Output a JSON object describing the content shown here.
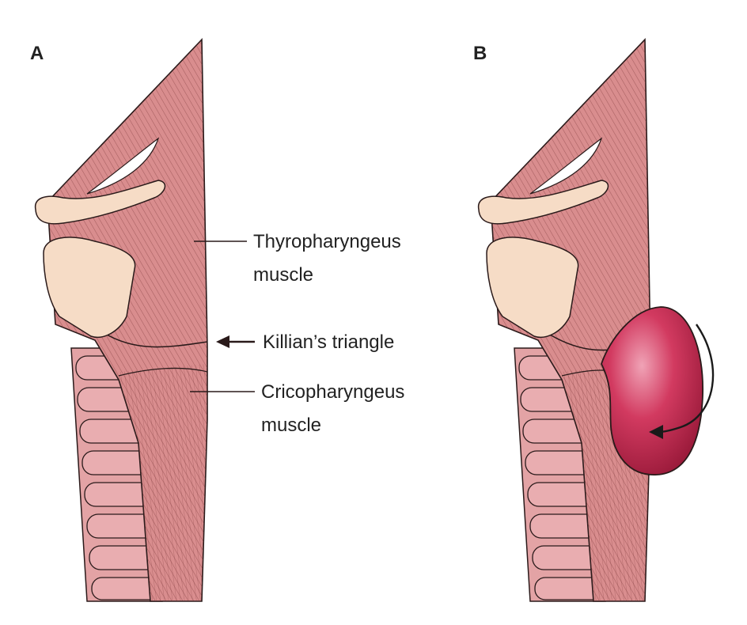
{
  "panels": [
    {
      "letter": "A"
    },
    {
      "letter": "B"
    }
  ],
  "labels": {
    "thyropharyngeus": [
      "Thyropharyngeus",
      "muscle"
    ],
    "killian": "Killian’s triangle",
    "cricopharyngeus": [
      "Cricopharyngeus",
      "muscle"
    ]
  },
  "colors": {
    "muscle": "#d98d8e",
    "muscle_dark": "#b86a6c",
    "cartilage": "#f6dcc6",
    "trachea_ring": "#e3a3a5",
    "diverticulum": "#c52a4f",
    "line": "#2a1a1a"
  }
}
